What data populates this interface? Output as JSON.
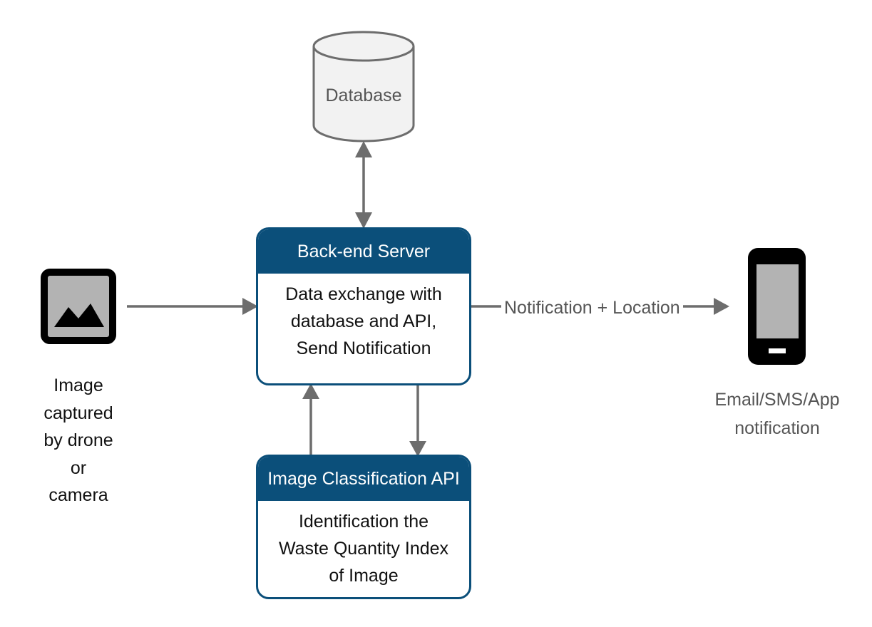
{
  "nodes": {
    "database": {
      "label": "Database"
    },
    "backend_server": {
      "title": "Back-end Server",
      "body": [
        "Data exchange with",
        "database and API,",
        "Send Notification"
      ]
    },
    "classification_api": {
      "title": "Image Classification API",
      "body": [
        "Identification the",
        "Waste Quantity Index",
        "of Image"
      ]
    },
    "image_source": {
      "icon": "image-icon",
      "caption": [
        "Image",
        "captured",
        "by drone",
        "or",
        "camera"
      ]
    },
    "phone": {
      "icon": "smartphone-icon",
      "caption": [
        "Email/SMS/App",
        "notification"
      ]
    }
  },
  "edges": {
    "server_to_phone": {
      "label": "Notification + Location"
    }
  },
  "colors": {
    "header_fill": "#0b4f7a",
    "arrow": "#6d6d6d",
    "database_stroke": "#6d6d6d",
    "icon": "#000000",
    "icon_screen": "#b3b3b3"
  }
}
